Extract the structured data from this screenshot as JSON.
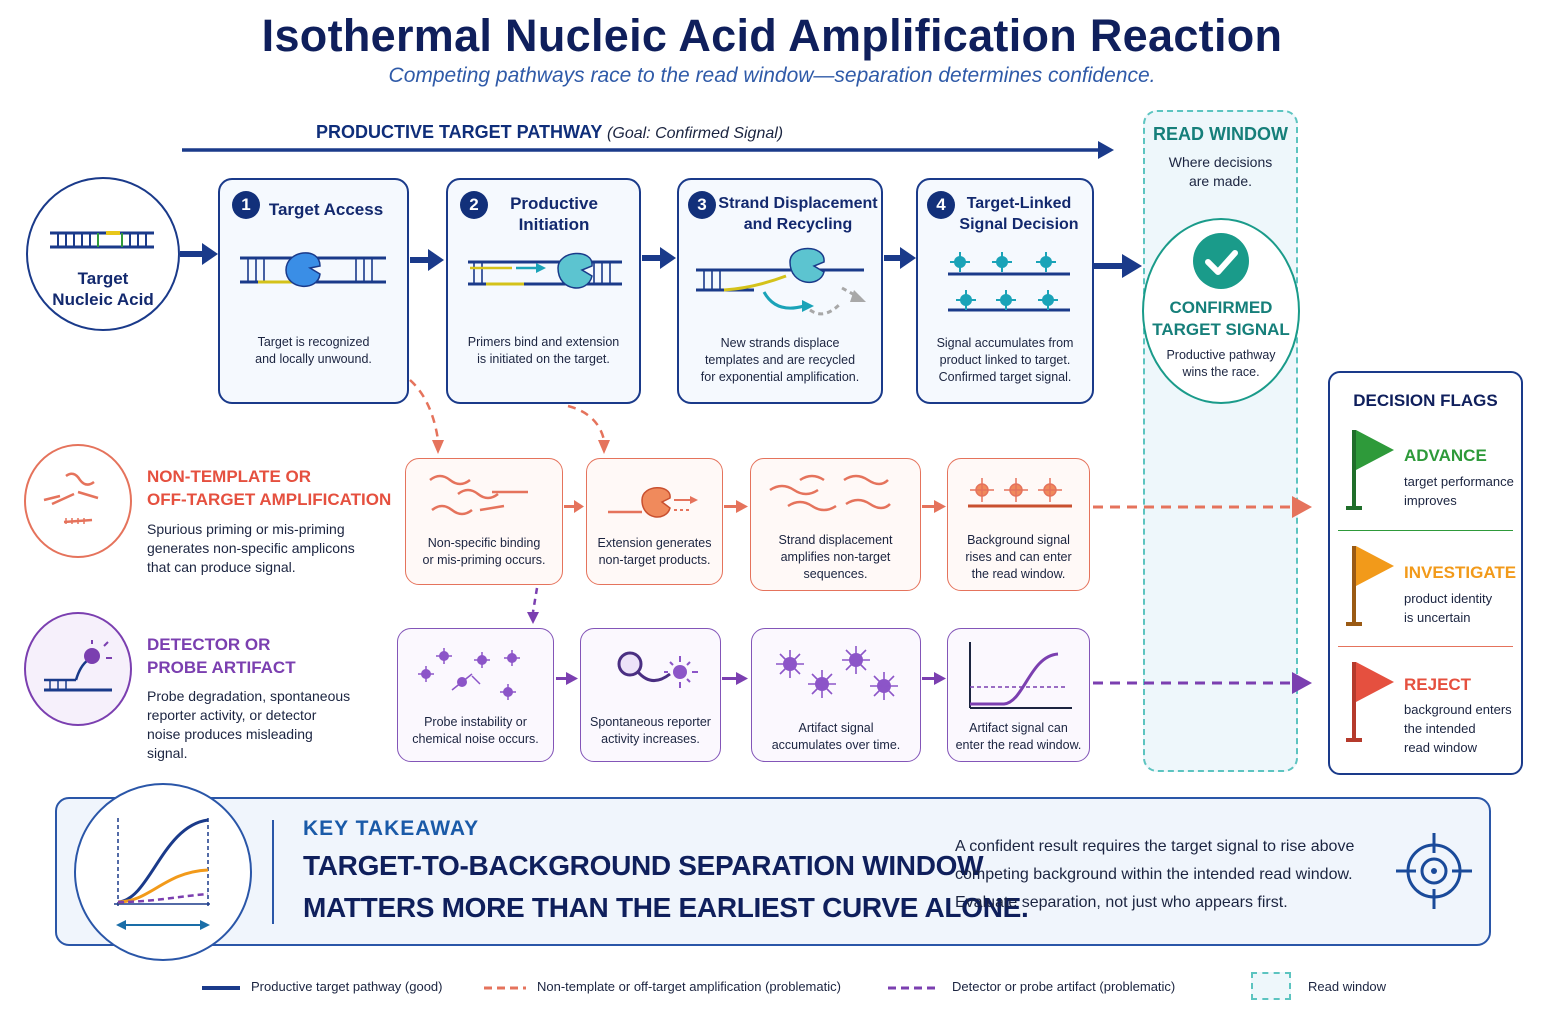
{
  "title": "Isothermal Nucleic Acid Amplification Reaction",
  "subtitle": "Competing pathways race to the read window—separation determines confidence.",
  "productive_pathway": {
    "label": "PRODUCTIVE TARGET PATHWAY",
    "goal": "(Goal: Confirmed Signal)"
  },
  "target": {
    "label_line1": "Target",
    "label_line2": "Nucleic Acid"
  },
  "steps": [
    {
      "num": "1",
      "title_line1": "Target Access",
      "title_line2": "",
      "desc_line1": "Target is recognized",
      "desc_line2": "and locally unwound.",
      "desc_line3": ""
    },
    {
      "num": "2",
      "title_line1": "Productive",
      "title_line2": "Initiation",
      "desc_line1": "Primers bind and extension",
      "desc_line2": "is initiated on the target.",
      "desc_line3": ""
    },
    {
      "num": "3",
      "title_line1": "Strand Displacement",
      "title_line2": "and Recycling",
      "desc_line1": "New strands displace",
      "desc_line2": "templates and are recycled",
      "desc_line3": "for exponential amplification."
    },
    {
      "num": "4",
      "title_line1": "Target-Linked",
      "title_line2": "Signal Decision",
      "desc_line1": "Signal accumulates from",
      "desc_line2": "product linked to target.",
      "desc_line3": "Confirmed target signal."
    }
  ],
  "read_window": {
    "title": "READ WINDOW",
    "desc_line1": "Where decisions",
    "desc_line2": "are made.",
    "confirmed_line1": "CONFIRMED",
    "confirmed_line2": "TARGET SIGNAL",
    "confirmed_desc_line1": "Productive pathway",
    "confirmed_desc_line2": "wins the race."
  },
  "nontemplate": {
    "title_line1": "NON-TEMPLATE OR",
    "title_line2": "OFF-TARGET AMPLIFICATION",
    "desc_line1": "Spurious priming or mis-priming",
    "desc_line2": "generates non-specific amplicons",
    "desc_line3": "that can produce signal.",
    "boxes": [
      {
        "line1": "Non-specific binding",
        "line2": "or mis-priming occurs.",
        "line3": ""
      },
      {
        "line1": "Extension generates",
        "line2": "non-target products.",
        "line3": ""
      },
      {
        "line1": "Strand displacement",
        "line2": "amplifies non-target",
        "line3": "sequences."
      },
      {
        "line1": "Background signal",
        "line2": "rises and can enter",
        "line3": "the read window."
      }
    ]
  },
  "detector": {
    "title_line1": "DETECTOR OR",
    "title_line2": "PROBE ARTIFACT",
    "desc_line1": "Probe degradation, spontaneous",
    "desc_line2": "reporter activity, or detector",
    "desc_line3": "noise produces misleading",
    "desc_line4": "signal.",
    "boxes": [
      {
        "line1": "Probe instability or",
        "line2": "chemical noise occurs."
      },
      {
        "line1": "Spontaneous reporter",
        "line2": "activity increases."
      },
      {
        "line1": "Artifact signal",
        "line2": "accumulates over time."
      },
      {
        "line1": "Artifact signal can",
        "line2": "enter the read window."
      }
    ]
  },
  "decision_flags": {
    "title": "DECISION FLAGS",
    "flags": [
      {
        "name": "ADVANCE",
        "color": "#2e9a3a",
        "line1": "target performance",
        "line2": "improves",
        "line3": ""
      },
      {
        "name": "INVESTIGATE",
        "color": "#f29a1a",
        "line1": "product identity",
        "line2": "is uncertain",
        "line3": ""
      },
      {
        "name": "REJECT",
        "color": "#e5503f",
        "line1": "background enters",
        "line2": "the intended",
        "line3": "read window"
      }
    ]
  },
  "takeaway": {
    "kicker": "KEY TAKEAWAY",
    "headline_line1": "TARGET-TO-BACKGROUND SEPARATION WINDOW",
    "headline_line2": "MATTERS MORE THAN THE EARLIEST CURVE ALONE.",
    "body_line1": "A confident result requires the target signal to rise above",
    "body_line2": "competing background within the intended read window.",
    "body_line3": "Evaluate separation, not just who appears first."
  },
  "legend": [
    {
      "label": "Productive target pathway (good)",
      "color": "#1a3a8a",
      "style": "solid"
    },
    {
      "label": "Non-template or off-target amplification (problematic)",
      "color": "#e5735c",
      "style": "dashed"
    },
    {
      "label": "Detector or probe artifact (problematic)",
      "color": "#7b3fb0",
      "style": "dashed"
    },
    {
      "label": "Read window",
      "color": "#5cc4c0",
      "style": "dashed-box"
    }
  ],
  "colors": {
    "navy": "#0f1f5c",
    "productive": "#1a3a8a",
    "nontemplate": "#e5735c",
    "detector": "#7b3fb0",
    "read_window": "#5cc4c0",
    "confirmed": "#1a9b8a"
  }
}
